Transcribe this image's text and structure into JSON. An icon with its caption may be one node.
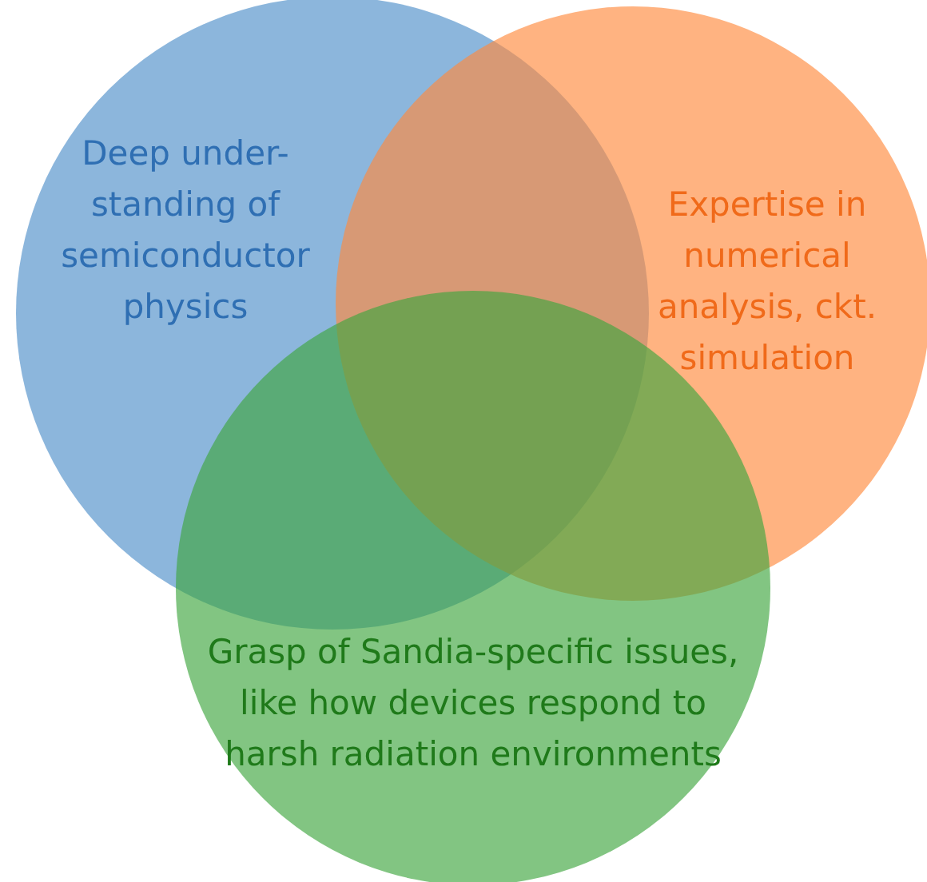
{
  "diagram": {
    "nodes": [
      {
        "text": [
          "Deep under-standing of semiconductor physics"
        ]
      },
      {
        "text": [
          "Expertise in numerical analysis, ckt. simulation"
        ]
      },
      {
        "text": [
          "Grasp of Sandia-specific issues, like how devices respond to harsh radiation environments"
        ]
      }
    ]
  }
}
